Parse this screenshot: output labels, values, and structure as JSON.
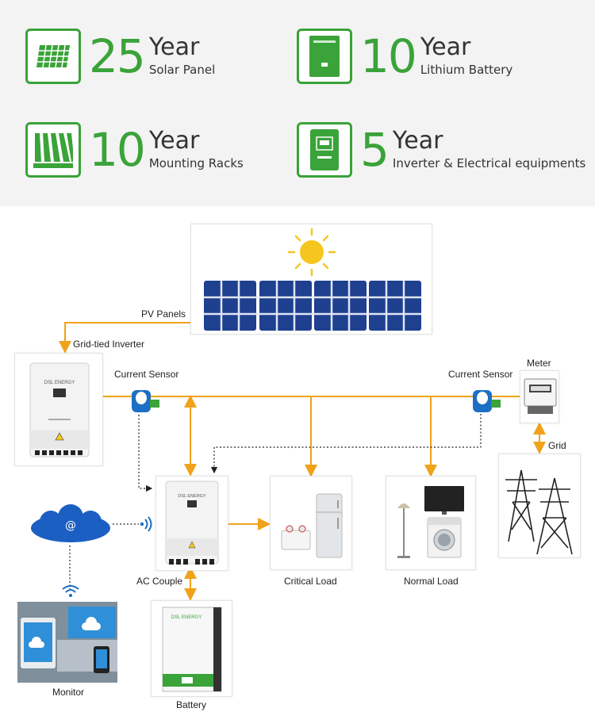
{
  "warranties": [
    {
      "number": "25",
      "unit": "Year",
      "label": "Solar Panel",
      "icon": "solar-panel-icon"
    },
    {
      "number": "10",
      "unit": "Year",
      "label": "Lithium Battery",
      "icon": "battery-icon"
    },
    {
      "number": "10",
      "unit": "Year",
      "label": "Mounting Racks",
      "icon": "mounting-racks-icon"
    },
    {
      "number": "5",
      "unit": "Year",
      "label": "Inverter & Electrical equipments",
      "icon": "inverter-icon"
    }
  ],
  "diagram": {
    "pv_panels": "PV Panels",
    "grid_tied_inverter": "Grid-tied Inverter",
    "current_sensor_left": "Current Sensor",
    "current_sensor_right": "Current Sensor",
    "meter": "Meter",
    "grid": "Grid",
    "ac_couple": "AC Couple",
    "critical_load": "Critical Load",
    "normal_load": "Normal Load",
    "monitor": "Monitor",
    "battery": "Battery",
    "brand": "DSL ENERGY",
    "cloud_symbol": "@"
  },
  "colors": {
    "accent_green": "#3aa339",
    "flow_orange": "#f0a21a",
    "sensor_blue": "#1d6fc4",
    "panel_blue": "#1f3f8f"
  }
}
